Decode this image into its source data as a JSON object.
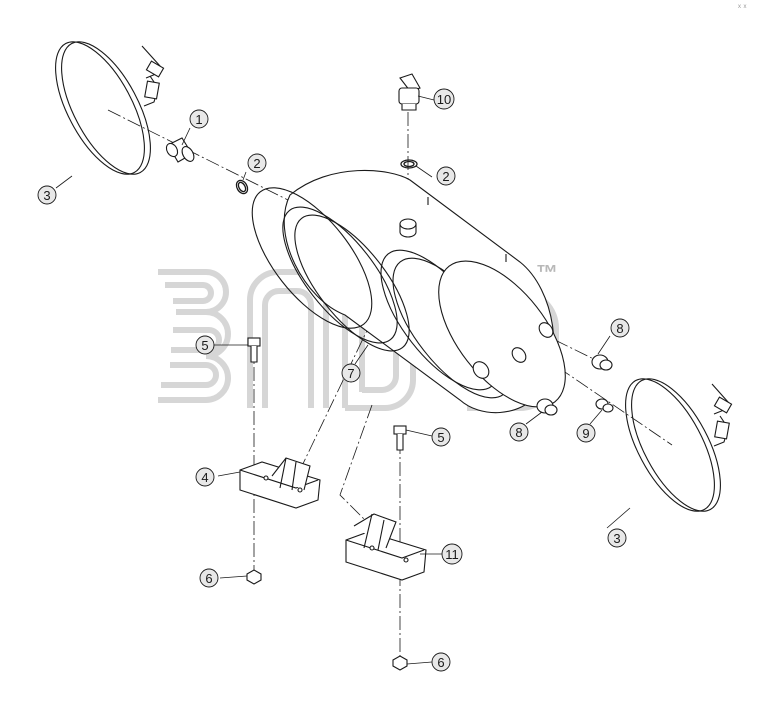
{
  "diagram": {
    "watermark": {
      "text": "зпф",
      "mark": "™"
    },
    "corner_mark": "ˣ ˣ",
    "callouts": [
      {
        "id": "c1",
        "label": "1"
      },
      {
        "id": "c2a",
        "label": "2"
      },
      {
        "id": "c2b",
        "label": "2"
      },
      {
        "id": "c3a",
        "label": "3"
      },
      {
        "id": "c3b",
        "label": "3"
      },
      {
        "id": "c4",
        "label": "4"
      },
      {
        "id": "c5a",
        "label": "5"
      },
      {
        "id": "c5b",
        "label": "5"
      },
      {
        "id": "c6a",
        "label": "6"
      },
      {
        "id": "c6b",
        "label": "6"
      },
      {
        "id": "c7",
        "label": "7"
      },
      {
        "id": "c8a",
        "label": "8"
      },
      {
        "id": "c8b",
        "label": "8"
      },
      {
        "id": "c9",
        "label": "9"
      },
      {
        "id": "c10",
        "label": "10"
      },
      {
        "id": "c11",
        "label": "11"
      }
    ],
    "colors": {
      "line": "#1a1a1a",
      "watermark": "#d4d4d4",
      "background": "#ffffff"
    }
  }
}
